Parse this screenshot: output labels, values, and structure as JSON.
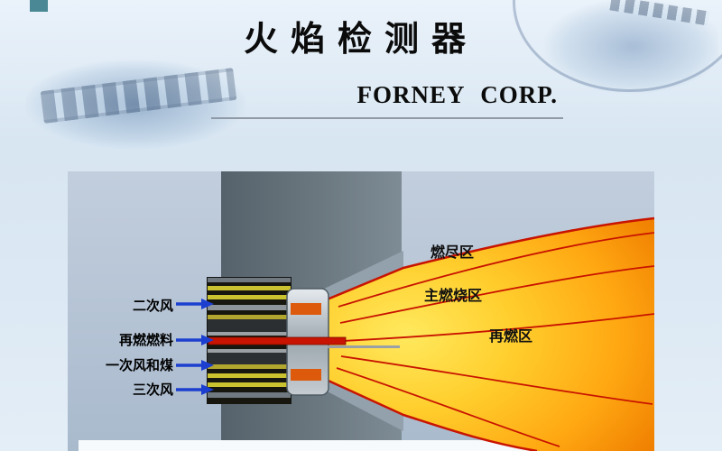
{
  "slide": {
    "title": "火焰检测器",
    "subtitle": "FORNEY CORP."
  },
  "diagram": {
    "inlet_labels": [
      {
        "label": "二次风"
      },
      {
        "label": "再燃燃料"
      },
      {
        "label": "一次风和煤"
      },
      {
        "label": "三次风"
      }
    ],
    "zone_labels": [
      {
        "label": "燃尽区"
      },
      {
        "label": "主燃烧区"
      },
      {
        "label": "再燃区"
      }
    ],
    "colors": {
      "flame_core": "#ffe95e",
      "flame_edge": "#ef7d00",
      "flame_streamline_red": "#c81400",
      "furnace_wall_gray": "#6b7880",
      "panel_blue_gray": "#b5c3d4",
      "flow_arrow_blue": "#1d3fd0",
      "barrel_stripe_yellow": "#cbc230",
      "fuel_tube_red": "#c81400",
      "nozzle_tip_silver": "#c6ccd1"
    }
  }
}
